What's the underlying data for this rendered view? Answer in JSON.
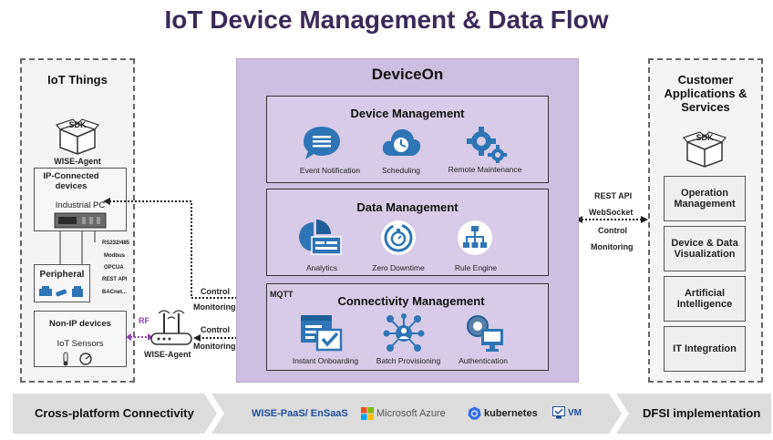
{
  "title": "IoT Device Management & Data Flow",
  "iot_things": {
    "title": "IoT Things",
    "sdk": "SDK",
    "agent": "WISE-Agent",
    "ip_connected": {
      "title": "IP-Connected devices",
      "device": "Industrial PC"
    },
    "protocols": [
      "RS232/485",
      "Modbus",
      "OPCUA",
      "REST API",
      "BACnet..."
    ],
    "peripheral": "Peripheral",
    "non_ip": {
      "title": "Non-IP devices",
      "sensor": "IoT Sensors"
    }
  },
  "gateway": {
    "rf": "RF",
    "label": "WISE-Agent"
  },
  "links": {
    "control_top": "Control",
    "monitoring_top": "Monitoring",
    "mqtt": "MQTT",
    "control_bottom": "Control",
    "monitoring_bottom": "Monitoring",
    "rest_api": "REST API",
    "websocket": "WebSocket",
    "control_right": "Control",
    "monitoring_right": "Monitoring"
  },
  "deviceon": {
    "title": "DeviceOn",
    "device_management": {
      "title": "Device Management",
      "items": [
        "Event Notification",
        "Scheduling",
        "Remote Maintenance"
      ]
    },
    "data_management": {
      "title": "Data Management",
      "items": [
        "Analytics",
        "Zero Downtime",
        "Rule Engine"
      ]
    },
    "connectivity_management": {
      "title": "Connectivity Management",
      "items": [
        "Instant Onboarding",
        "Batch Provisioning",
        "Authentication"
      ]
    }
  },
  "customer": {
    "title": "Customer Applications & Services",
    "sdk": "SDK",
    "cards": [
      "Operation Management",
      "Device & Data Visualization",
      "Artificial Intelligence",
      "IT Integration"
    ]
  },
  "bottom": {
    "left": "Cross-platform Connectivity",
    "logos": [
      "WISE-PaaS/ EnSaaS",
      "Microsoft Azure",
      "kubernetes",
      "VM"
    ],
    "right": "DFSI implementation"
  },
  "colors": {
    "title": "#3b2a58",
    "panel": "#cdbfdf",
    "accent": "#2e75b6",
    "rf": "#8e44ad"
  }
}
